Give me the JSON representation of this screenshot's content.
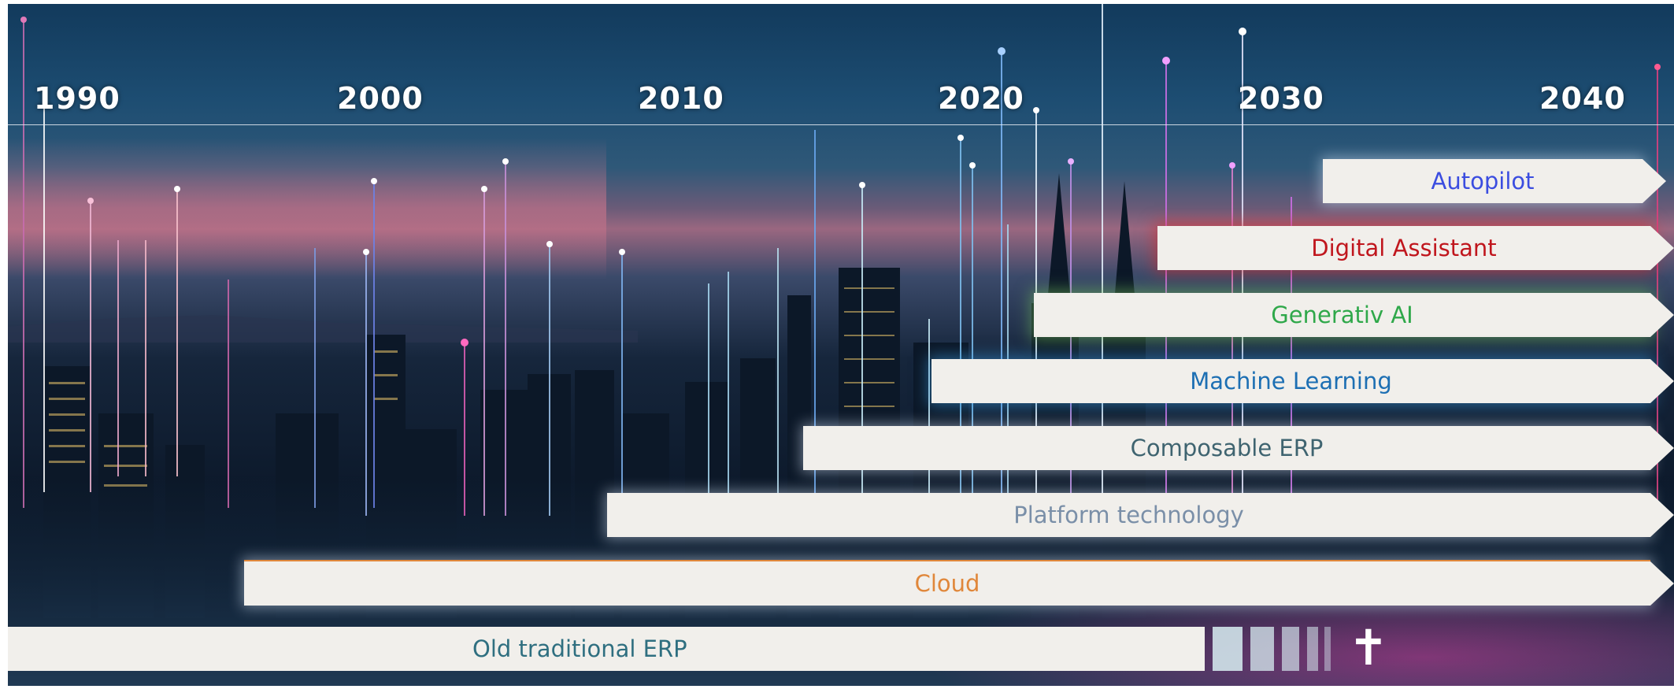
{
  "timeline": {
    "years": [
      "1990",
      "2000",
      "2010",
      "2020",
      "2030",
      "2040"
    ],
    "bars": [
      {
        "label": "Autopilot",
        "color": "#3b4de0"
      },
      {
        "label": "Digital Assistant",
        "color": "#c0161d"
      },
      {
        "label": "Generativ AI",
        "color": "#2fa84a"
      },
      {
        "label": "Machine Learning",
        "color": "#1d6fb3"
      },
      {
        "label": "Composable ERP",
        "color": "#3f6470"
      },
      {
        "label": "Platform technology",
        "color": "#7a8fa8"
      },
      {
        "label": "Cloud",
        "color": "#e0873a"
      },
      {
        "label": "Old traditional ERP",
        "color": "#2f6f80"
      }
    ],
    "end_marker": "✝"
  },
  "background": {
    "description_icon": "city-night-skyline-image"
  }
}
